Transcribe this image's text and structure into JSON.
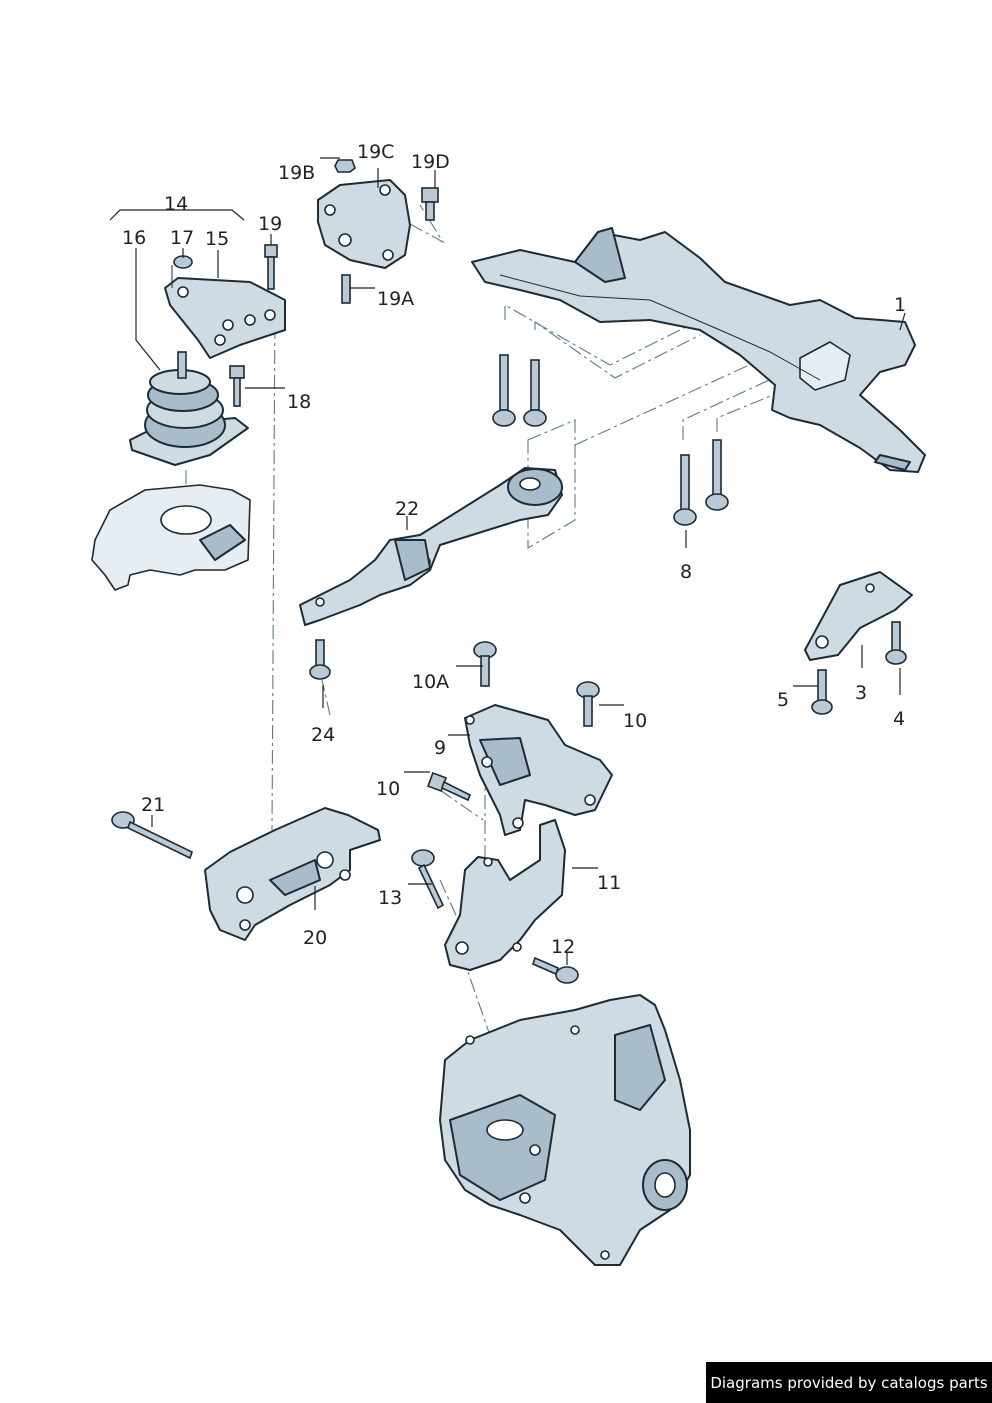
{
  "labels": {
    "l1": "1",
    "l3": "3",
    "l4": "4",
    "l5": "5",
    "l8": "8",
    "l9": "9",
    "l10a": "10",
    "l10b": "10",
    "l10A": "10A",
    "l11": "11",
    "l12": "12",
    "l13": "13",
    "l14": "14",
    "l15": "15",
    "l16": "16",
    "l17": "17",
    "l18": "18",
    "l19": "19",
    "l19A": "19A",
    "l19B": "19B",
    "l19C": "19C",
    "l19D": "19D",
    "l20": "20",
    "l21": "21",
    "l22": "22",
    "l24": "24"
  },
  "credit": "Diagrams provided by catalogs parts"
}
